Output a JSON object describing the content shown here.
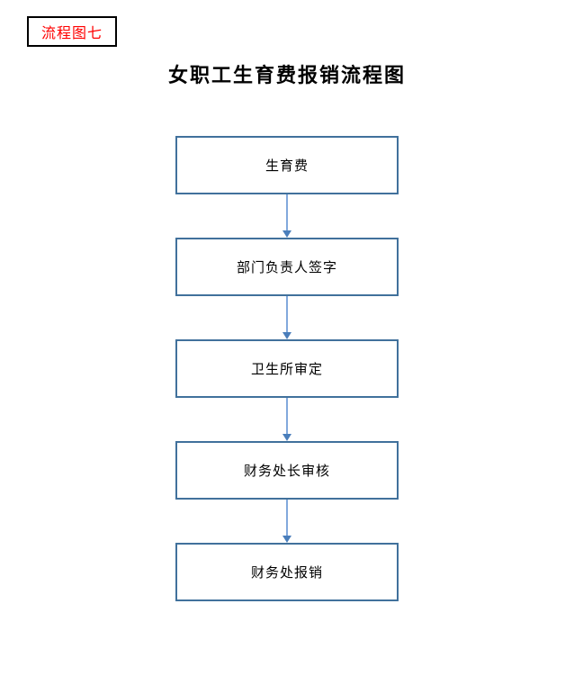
{
  "page": {
    "corner_label": "流程图七",
    "title": "女职工生育费报销流程图"
  },
  "flowchart": {
    "type": "vertical-flow",
    "steps": [
      {
        "label": "生育费"
      },
      {
        "label": "部门负责人签字"
      },
      {
        "label": "卫生所审定"
      },
      {
        "label": "财务处长审核"
      },
      {
        "label": "财务处报销"
      }
    ],
    "colors": {
      "box_border": "#41719C",
      "arrow_shaft": "#82A9DC",
      "arrow_head": "#4A7EBB",
      "corner_label_text": "#FF0000",
      "title_text": "#000000",
      "step_text": "#000000",
      "page_background": "#FFFFFF"
    }
  }
}
